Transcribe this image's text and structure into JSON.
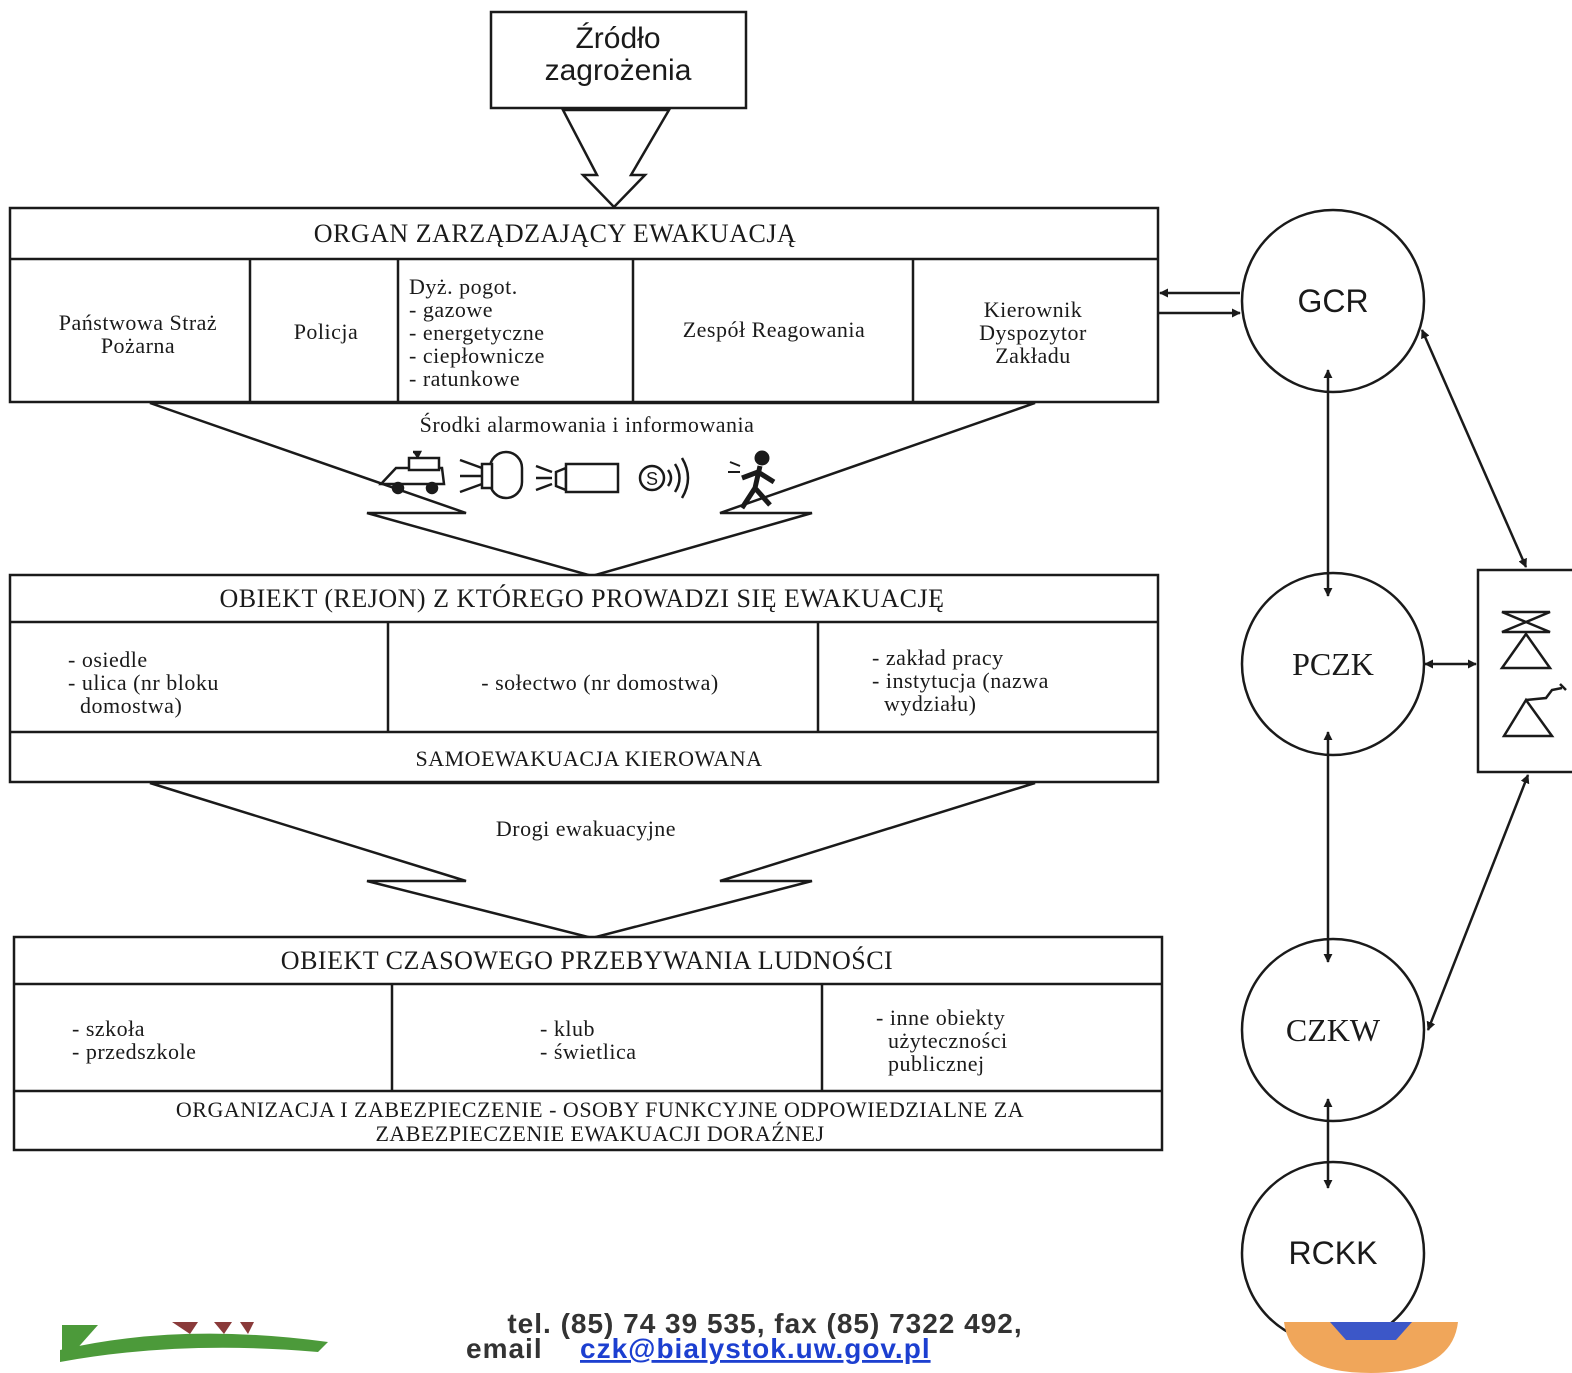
{
  "source": {
    "lines": [
      "Źródło",
      "zagrożenia"
    ]
  },
  "management": {
    "header": "ORGAN ZARZĄDZAJĄCY EWAKUACJĄ",
    "cells": [
      {
        "lines": [
          "Państwowa Straż",
          "Pożarna"
        ]
      },
      {
        "lines": [
          "Policja"
        ]
      },
      {
        "lines": [
          "Dyż. pogot.",
          "- gazowe",
          "- energetyczne",
          "- ciepłownicze",
          "- ratunkowe"
        ]
      },
      {
        "lines": [
          "Zespół Reagowania"
        ]
      },
      {
        "lines": [
          "Kierownik",
          "Dyspozytor",
          "Zakładu"
        ]
      }
    ]
  },
  "alarm_label": "Środki alarmowania i informowania",
  "alarm_icons": [
    "loudspeaker-car-icon",
    "siren-lamp-icon",
    "loudspeaker-icon",
    "siren-signal-icon",
    "messenger-running-icon"
  ],
  "evac_object": {
    "header": "OBIEKT (REJON) Z KTÓREGO PROWADZI SIĘ EWAKUACJĘ",
    "cells": [
      {
        "lines": [
          "- osiedle",
          "- ulica (nr bloku",
          "  domostwa)"
        ]
      },
      {
        "lines": [
          "- sołectwo (nr domostwa)"
        ]
      },
      {
        "lines": [
          "- zakład pracy",
          "- instytucja (nazwa",
          "  wydziału)"
        ]
      }
    ],
    "footer": "SAMOEWAKUACJA KIEROWANA"
  },
  "routes_label": "Drogi ewakuacyjne",
  "temp_object": {
    "header": "OBIEKT CZASOWEGO PRZEBYWANIA LUDNOŚCI",
    "cells": [
      {
        "lines": [
          "- szkoła",
          "- przedszkole"
        ]
      },
      {
        "lines": [
          "- klub",
          "- świetlica"
        ]
      },
      {
        "lines": [
          "- inne obiekty",
          "  użyteczności",
          "  publicznej"
        ]
      }
    ],
    "footer_lines": [
      "ORGANIZACJA I ZABEZPIECZENIE - OSOBY FUNKCYJNE ODPOWIEDZIALNE ZA",
      "ZABEZPIECZENIE EWAKUACJI DORAŹNEJ"
    ]
  },
  "nodes": {
    "gcr": "GCR",
    "pczk": "PCZK",
    "czkw": "CZKW",
    "rckk": "RCKK"
  },
  "side_panel_icons": [
    "siren-icon",
    "antenna-icon"
  ],
  "footer": {
    "phone": "tel. (85) 74 39 535, fax (85) 7322 492,",
    "email_label": "email",
    "email": "czk@bialystok.uw.gov.pl"
  },
  "colors": {
    "ink": "#1a1a1a",
    "link": "#1c3fd0",
    "logo_green": "#4c9a3a",
    "logo_orange": "#f0a65a",
    "logo_blue": "#3c57c8"
  }
}
